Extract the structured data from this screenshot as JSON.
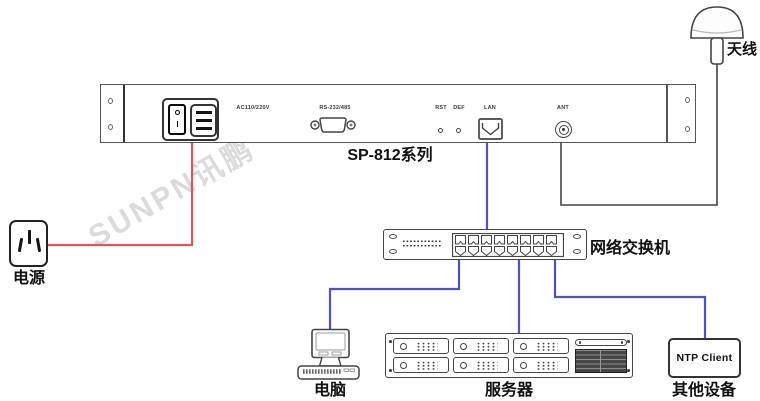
{
  "watermark": {
    "text": "SUNPN讯鹏"
  },
  "antenna": {
    "label": "天线"
  },
  "device": {
    "model_label": "SP-812系列",
    "power_port_label": "AC110/220V",
    "serial_port_label": "RS-232/485",
    "reset_button_label": "RST",
    "default_button_label": "DEF",
    "lan_port_label": "LAN",
    "antenna_port_label": "ANT"
  },
  "power_outlet": {
    "label": "电源"
  },
  "network_switch": {
    "label": "网络交换机"
  },
  "computer": {
    "label": "电脑"
  },
  "server": {
    "label": "服务器"
  },
  "ntp_client": {
    "box_text": "NTP Client",
    "label": "其他设备"
  },
  "colors": {
    "power_cable": "#e15555",
    "lan_cable": "#4f4fd0",
    "antenna_cable": "#444444",
    "outline": "#555555",
    "label_text": "#111111",
    "watermark": "#b9b9b9"
  }
}
